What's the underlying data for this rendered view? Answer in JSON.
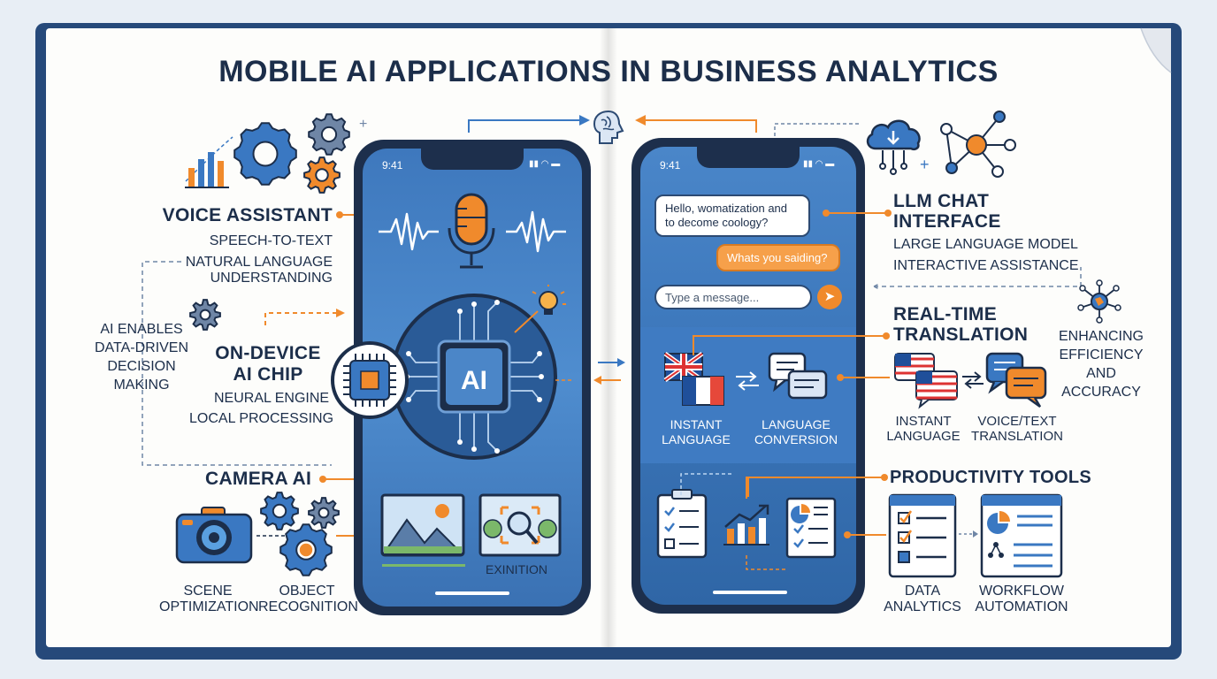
{
  "title": "MOBILE AI APPLICATIONS IN BUSINESS ANALYTICS",
  "left": {
    "voice": {
      "heading": "VOICE ASSISTANT",
      "items": [
        "SPEECH-TO-TEXT",
        "NATURAL LANGUAGE",
        "UNDERSTANDING"
      ]
    },
    "enables": [
      "AI ENABLES",
      "DATA-DRIVEN",
      "DECISION",
      "MAKING"
    ],
    "chip": {
      "heading_lines": [
        "ON-DEVICE",
        "AI CHIP"
      ],
      "items": [
        "NEURAL ENGINE",
        "LOCAL PROCESSING"
      ]
    },
    "camera": {
      "heading": "CAMERA AI",
      "labels": [
        [
          "SCENE",
          "OPTIMIZATION"
        ],
        [
          "OBJECT",
          "RECOGNITION"
        ]
      ]
    }
  },
  "phone_left": {
    "time": "9:41",
    "chip_label": "AI",
    "recognition_label": "EXINITION"
  },
  "phone_right": {
    "time": "9:41",
    "chat_in": [
      "Hello, womatization and",
      "to decome coology?"
    ],
    "chat_out": "Whats you saiding?",
    "input_placeholder": "Type a message...",
    "translate_labels": [
      [
        "INSTANT",
        "LANGUAGE"
      ],
      [
        "LANGUAGE",
        "CONVERSION"
      ]
    ]
  },
  "right": {
    "llm": {
      "heading_lines": [
        "LLM CHAT",
        "INTERFACE"
      ],
      "items": [
        "LARGE LANGUAGE MODEL",
        "INTERACTIVE ASSISTANCE"
      ]
    },
    "translation": {
      "heading_lines": [
        "REAL-TIME",
        "TRANSLATION"
      ],
      "labels": [
        [
          "INSTANT",
          "LANGUAGE"
        ],
        [
          "VOICE/TEXT",
          "TRANSLATION"
        ]
      ]
    },
    "enhancing": [
      "ENHANCING",
      "EFFICIENCY",
      "AND",
      "ACCURACY"
    ],
    "productivity": {
      "heading": "PRODUCTIVITY TOOLS",
      "labels": [
        [
          "DATA",
          "ANALYTICS"
        ],
        [
          "WORKFLOW",
          "AUTOMATION"
        ]
      ]
    }
  },
  "colors": {
    "navy": "#1c2e4a",
    "blue": "#3a78c2",
    "orange": "#f08a2c",
    "screen": "#4b86c8"
  }
}
